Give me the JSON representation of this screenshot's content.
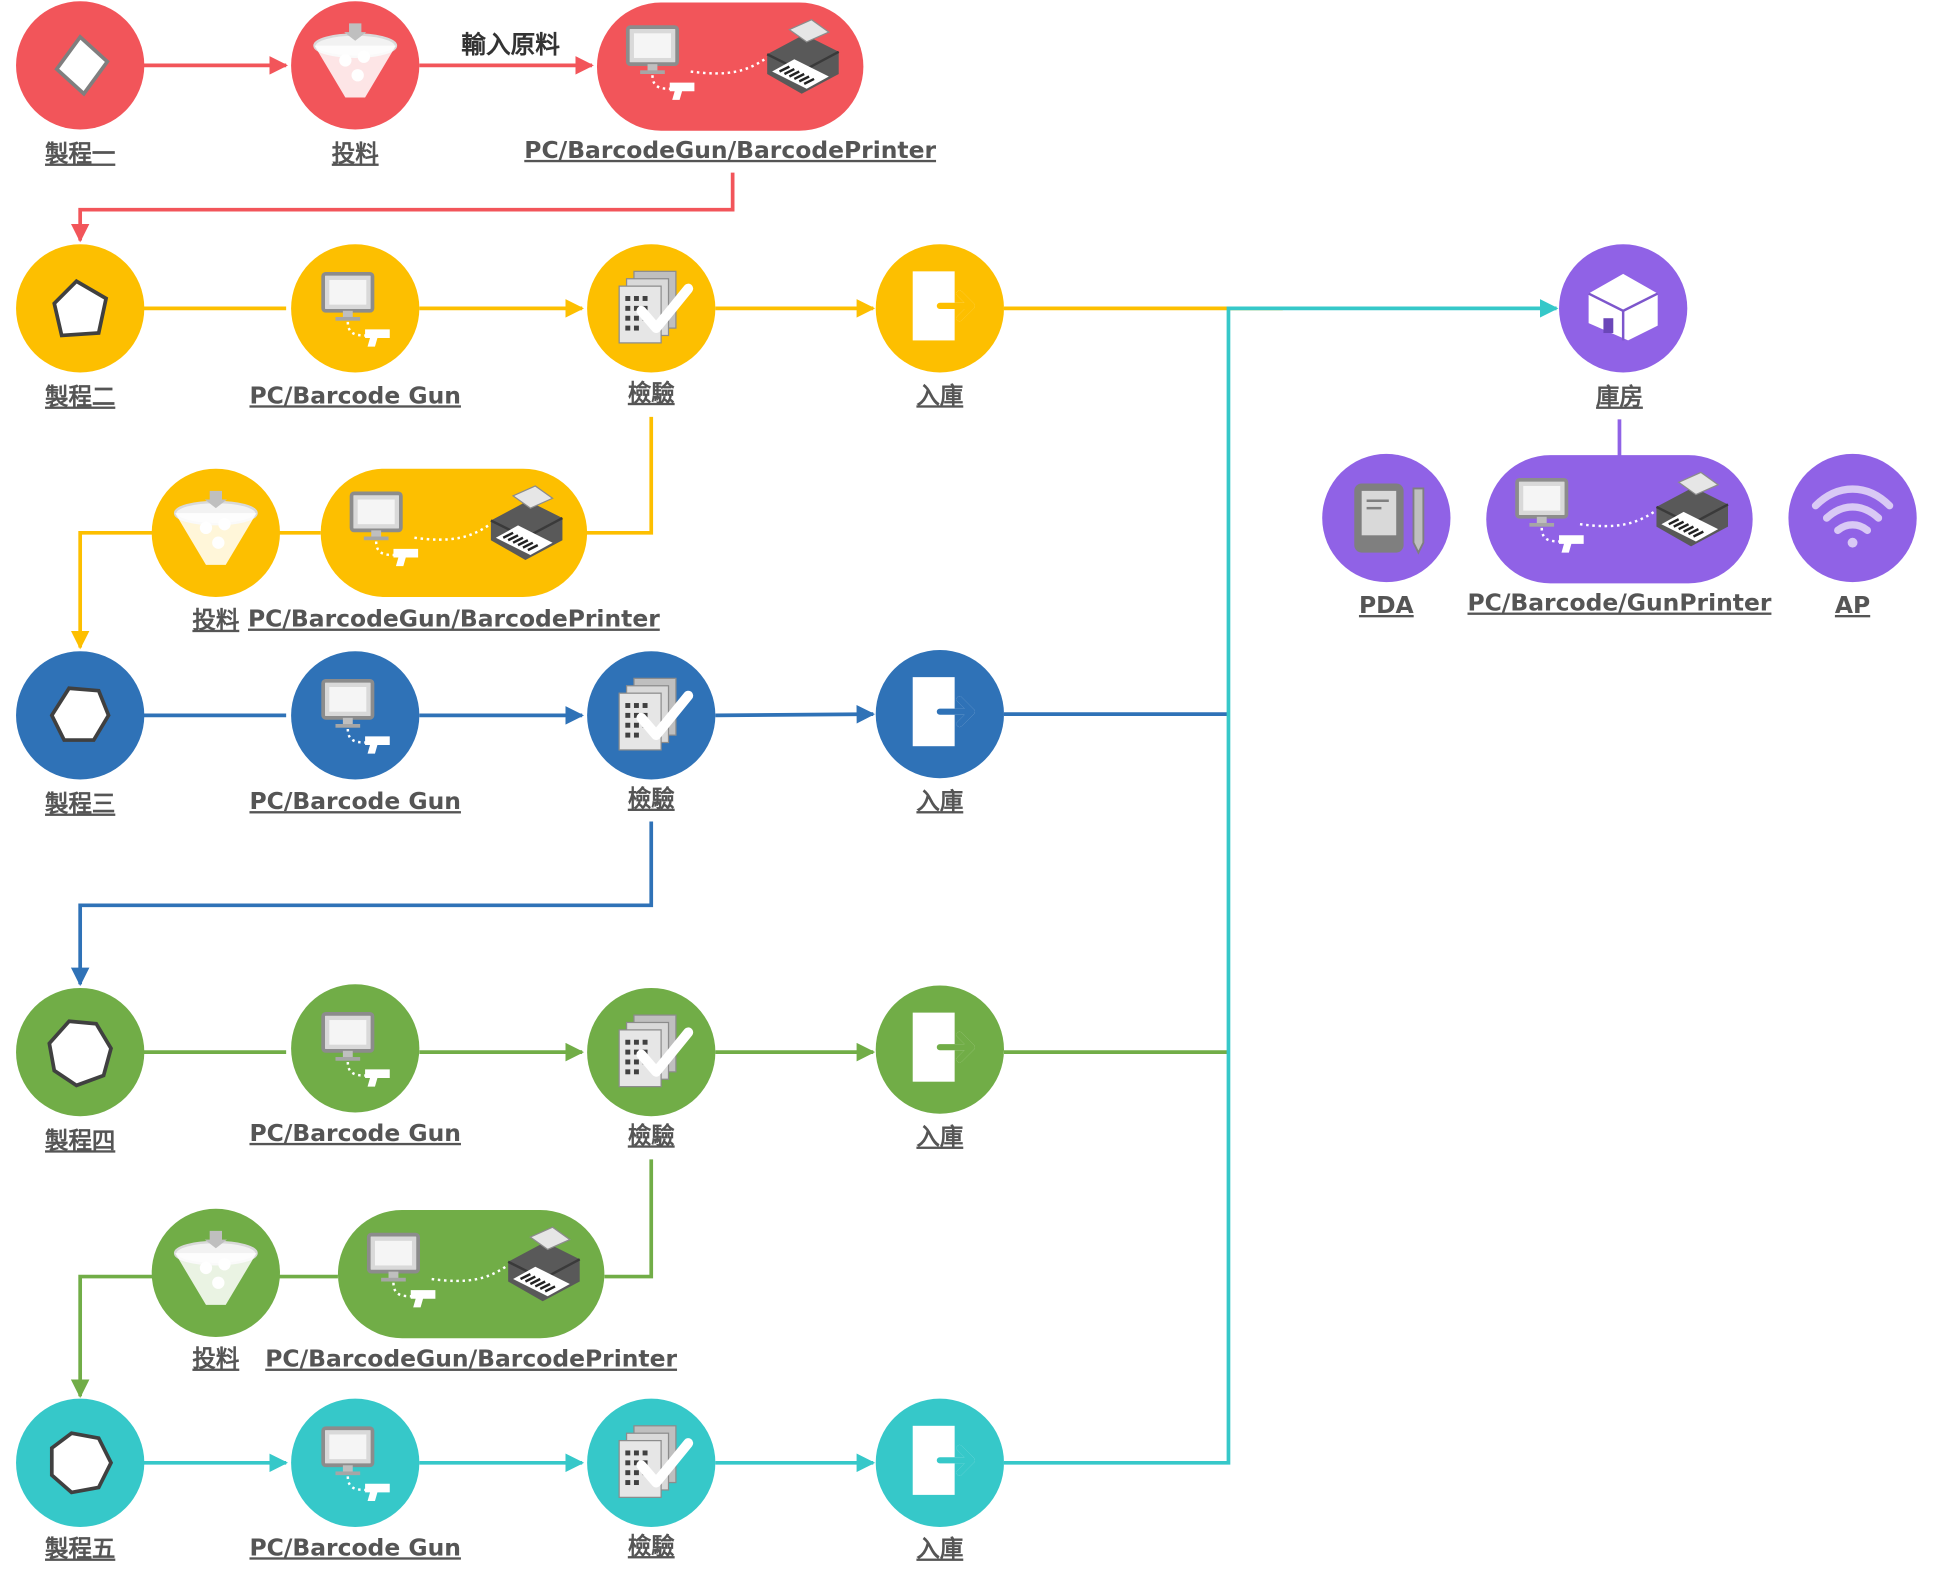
{
  "colors": {
    "red": "#f2555a",
    "yellow": "#fdbf00",
    "blue": "#2f72b7",
    "green": "#71ad47",
    "teal": "#36c8c9",
    "purple": "#9062e6",
    "icon_gray": "#7f7f7f"
  },
  "edge_labels": {
    "input_material": "輸入原料"
  },
  "rows": {
    "process1": {
      "label": "製程一",
      "feed": "投料",
      "station": "PC/BarcodeGun/BarcodePrinter"
    },
    "process2": {
      "label": "製程二",
      "station": "PC/Barcode Gun",
      "inspect": "檢驗",
      "store": "入庫"
    },
    "feed2": {
      "feed": "投料",
      "station": "PC/BarcodeGun/BarcodePrinter"
    },
    "process3": {
      "label": "製程三",
      "station": "PC/Barcode Gun",
      "inspect": "檢驗",
      "store": "入庫"
    },
    "process4": {
      "label": "製程四",
      "station": "PC/Barcode Gun",
      "inspect": "檢驗",
      "store": "入庫"
    },
    "feed4": {
      "feed": "投料",
      "station": "PC/BarcodeGun/BarcodePrinter"
    },
    "process5": {
      "label": "製程五",
      "station": "PC/Barcode Gun",
      "inspect": "檢驗",
      "store": "入庫"
    }
  },
  "warehouse": {
    "label": "庫房",
    "pda": "PDA",
    "printer": "PC/Barcode/GunPrinter",
    "ap": "AP"
  },
  "icons": {
    "process": "gem-icon",
    "feed": "hopper-funnel-icon",
    "station": "pc-barcode-gun-icon",
    "station_printer": "barcode-printer-icon",
    "inspect": "checklist-icon",
    "store": "store-in-door-icon",
    "warehouse": "warehouse-icon",
    "pda": "pda-icon",
    "ap": "wifi-icon"
  }
}
